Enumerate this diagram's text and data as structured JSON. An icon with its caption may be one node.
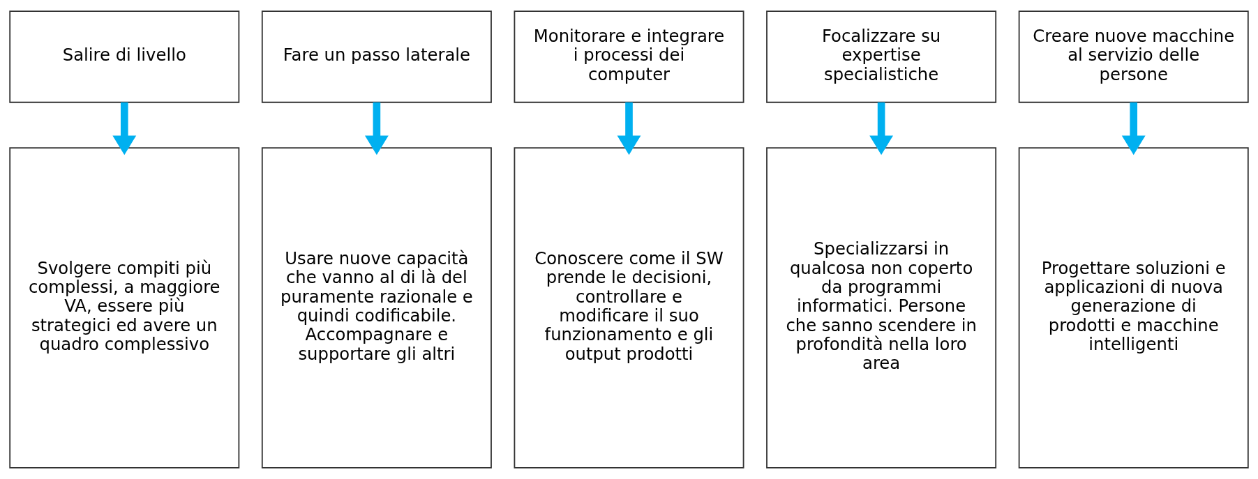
{
  "diagram": {
    "nodes": [
      {
        "text": [
          "Salire di livello"
        ]
      },
      {
        "text": [
          "Fare un passo laterale"
        ]
      },
      {
        "text": [
          "Monitorare e integrare i processi dei computer"
        ]
      },
      {
        "text": [
          "Focalizzare su expertise specialistiche"
        ]
      },
      {
        "text": [
          "Creare nuove macchine al servizio delle persone"
        ]
      },
      {
        "text": [
          "Svolgere compiti più complessi, a maggiore VA, essere più strategici ed avere un quadro complessivo"
        ]
      },
      {
        "text": [
          "Usare nuove capacità che vanno al di là del puramente razionale e quindi codificabile. Accompagnare e supportare gli altri"
        ]
      },
      {
        "text": [
          "Conoscere come il SW prende le decisioni, controllare e modificare il suo funzionamento e gli output prodotti"
        ]
      },
      {
        "text": [
          "Specializzarsi in qualcosa non coperto da programmi informatici. Persone che sanno scendere in profondità nella loro area"
        ]
      },
      {
        "text": [
          "Progettare soluzioni e applicazioni di nuova generazione di prodotti e macchine intelligenti"
        ]
      }
    ],
    "edges": [
      {
        "from": 0,
        "to": 5,
        "arrow": "to"
      },
      {
        "from": 1,
        "to": 6,
        "arrow": "to"
      },
      {
        "from": 2,
        "to": 7,
        "arrow": "to"
      },
      {
        "from": 3,
        "to": 8,
        "arrow": "to"
      },
      {
        "from": 4,
        "to": 9,
        "arrow": "to"
      }
    ]
  }
}
